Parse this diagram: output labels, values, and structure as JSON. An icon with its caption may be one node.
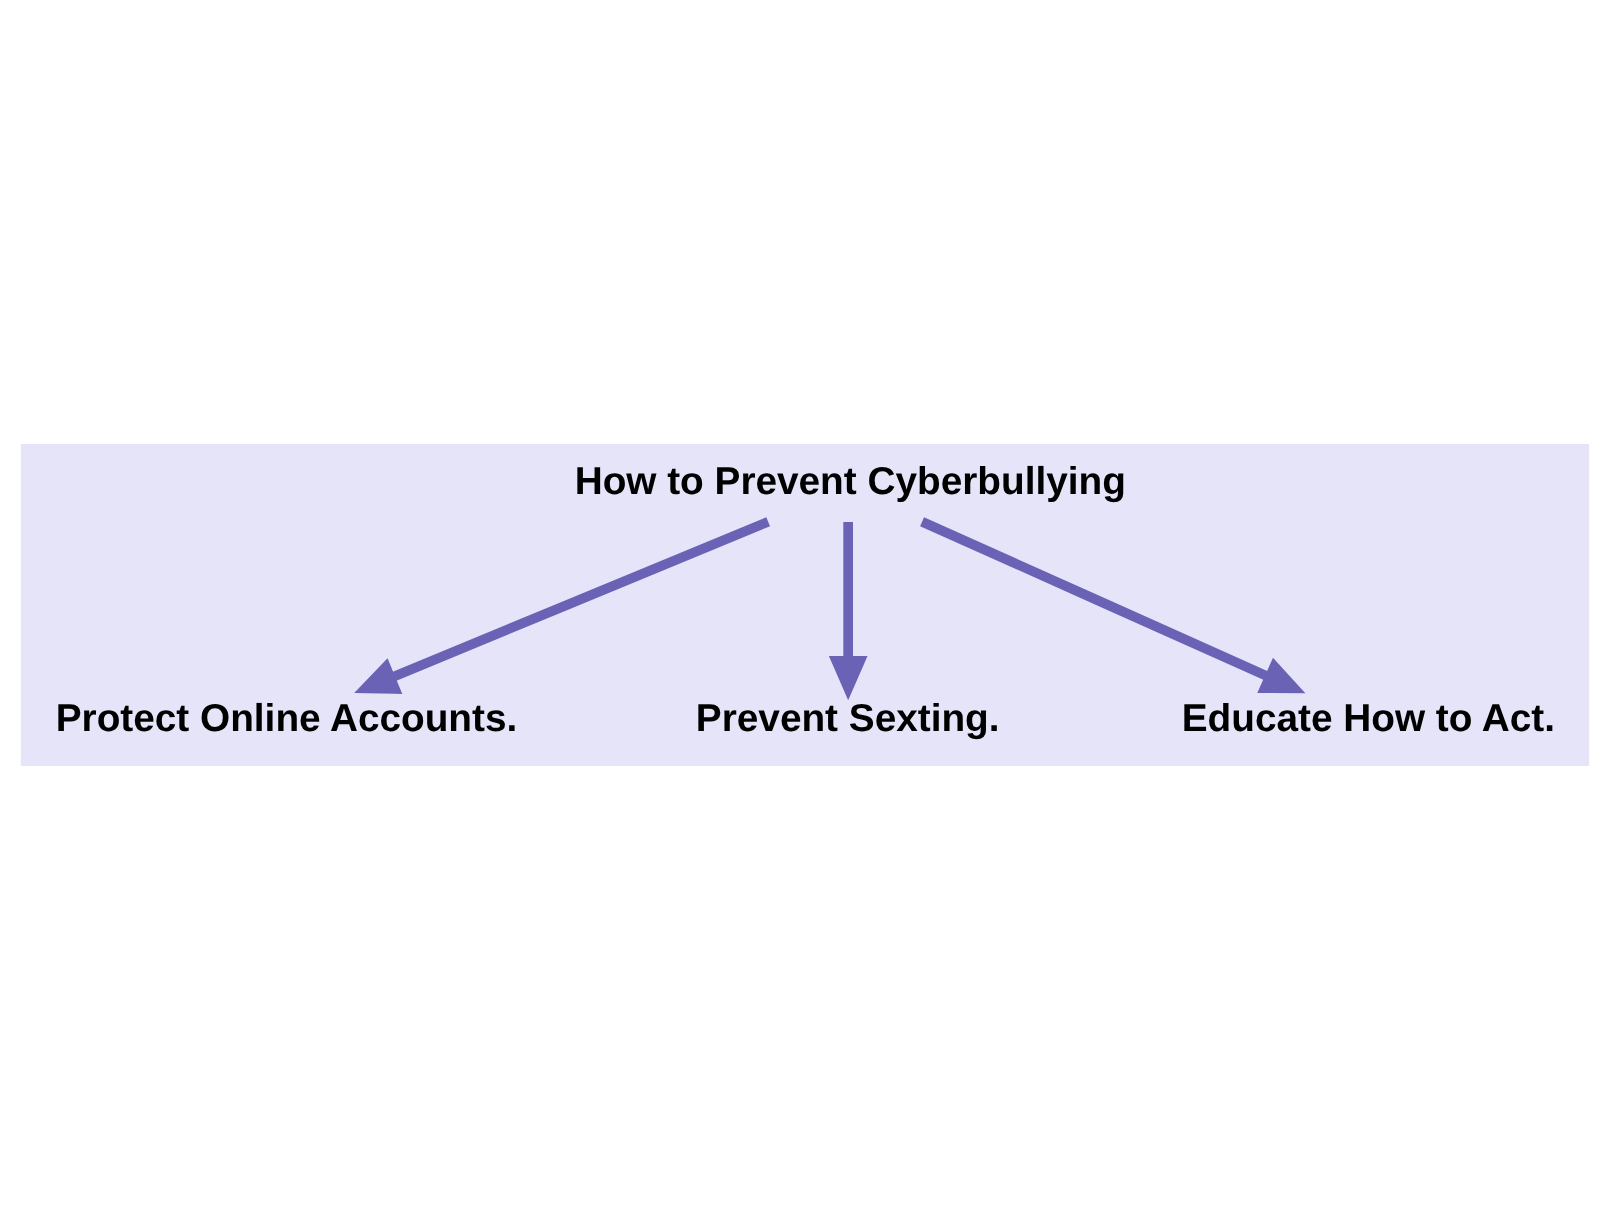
{
  "diagram": {
    "nodes": [
      {
        "text": [
          "How to Prevent Cyberbullying"
        ]
      },
      {
        "text": [
          "Protect Online Accounts."
        ]
      },
      {
        "text": [
          "Prevent Sexting."
        ]
      },
      {
        "text": [
          "Educate How to Act."
        ]
      }
    ],
    "edges": [
      {
        "from": 0,
        "to": 1,
        "arrow": "to"
      },
      {
        "from": 0,
        "to": 2,
        "arrow": "to"
      },
      {
        "from": 0,
        "to": 3,
        "arrow": "to"
      }
    ]
  }
}
